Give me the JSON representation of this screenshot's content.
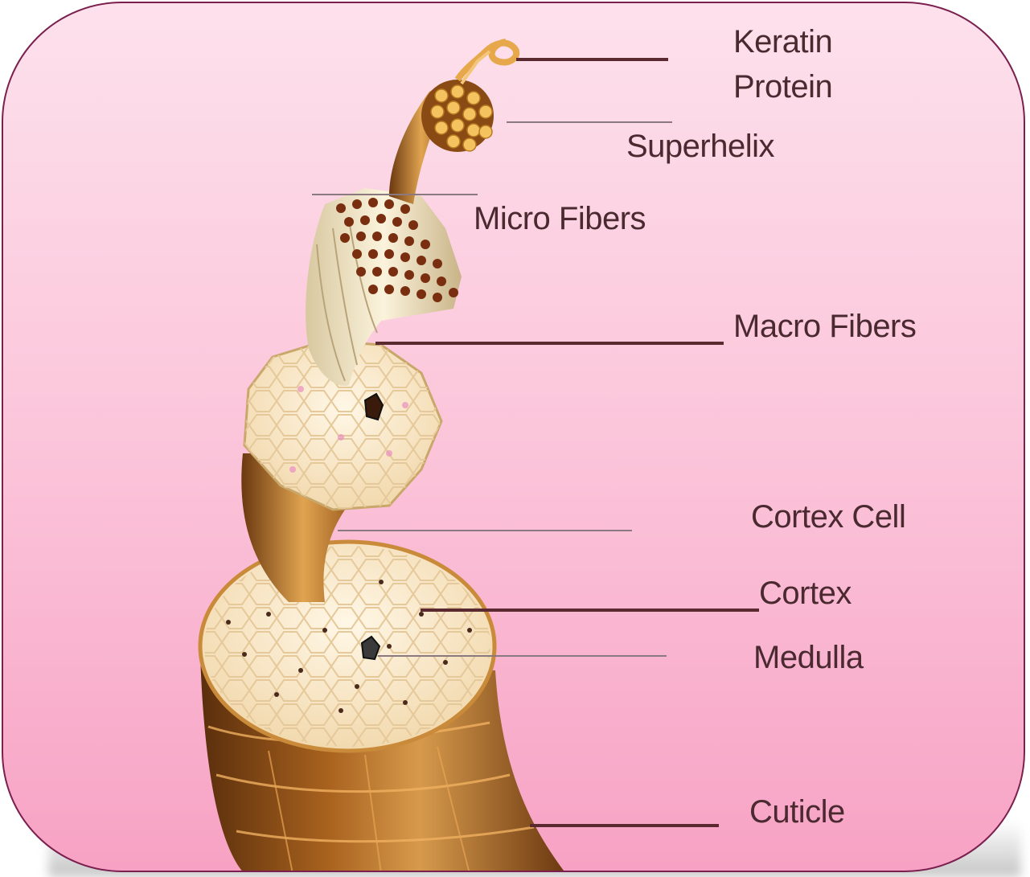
{
  "diagram": {
    "labels": {
      "keratin_line1": "Keratin",
      "keratin_line2": "Protein",
      "superhelix": "Superhelix",
      "micro_fibers": "Micro Fibers",
      "macro_fibers": "Macro Fibers",
      "cortex_cell": "Cortex Cell",
      "cortex": "Cortex",
      "medulla": "Medulla",
      "cuticle": "Cuticle"
    },
    "colors": {
      "border": "#7a1f4e",
      "label_text": "#4a2a30",
      "leader_dark": "#5a2a30",
      "leader_light": "#8a7a80",
      "hair_brown": "#8a4a14",
      "hair_cream": "#f7e6c4"
    }
  }
}
